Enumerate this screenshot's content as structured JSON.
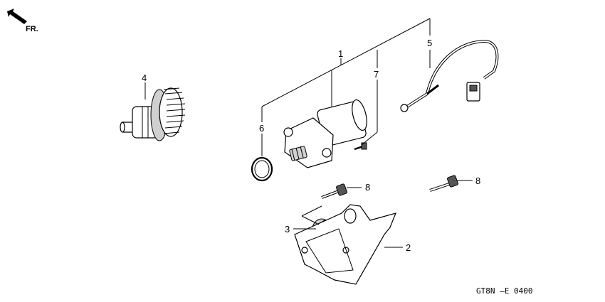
{
  "orientation": {
    "label": "FR.",
    "icon": "front-arrow-icon"
  },
  "callouts": {
    "c1": "1",
    "c2": "2",
    "c3": "3",
    "c4": "4",
    "c5": "5",
    "c6": "6",
    "c7": "7",
    "c8a": "8",
    "c8b": "8"
  },
  "footer": {
    "code": "GT8N –E 0400"
  }
}
